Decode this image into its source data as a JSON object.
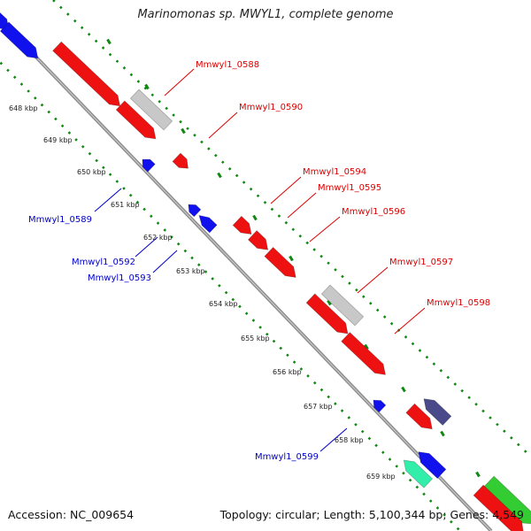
{
  "title": "Marinomonas sp. MWYL1, complete genome",
  "accession": "Accession: NC_009654",
  "summary": "Topology: circular; Length: 5,100,344 bp; Genes: 4,549",
  "colors": {
    "forward": "#ee1111",
    "reverse": "#1111ee",
    "pseudo": "#c8c8c8",
    "other_navy": "#4a4a8a",
    "other_cyan": "#33eeaa",
    "other_green": "#33cc33",
    "backbone": "#8f8f8f",
    "ticks": "#118811",
    "label_forward": "#dd0000",
    "label_reverse": "#0000cc"
  },
  "ticks": [
    "648 kbp",
    "649 kbp",
    "650 kbp",
    "651 kbp",
    "652 kbp",
    "653 kbp",
    "654 kbp",
    "655 kbp",
    "656 kbp",
    "657 kbp",
    "658 kbp",
    "659 kbp"
  ],
  "gene_labels": {
    "forward": [
      "Mmwyl1_0588",
      "Mmwyl1_0590",
      "Mmwyl1_0594",
      "Mmwyl1_0595",
      "Mmwyl1_0596",
      "Mmwyl1_0597",
      "Mmwyl1_0598"
    ],
    "reverse": [
      "Mmwyl1_0589",
      "Mmwyl1_0592",
      "Mmwyl1_0593",
      "Mmwyl1_0599"
    ]
  }
}
